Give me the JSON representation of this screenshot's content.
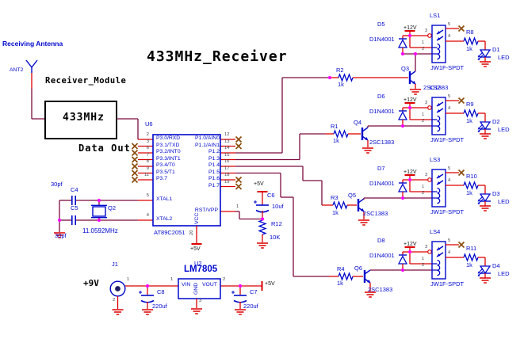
{
  "title": "433MHz_Receiver",
  "antenna": {
    "caption": "Receiving Antenna",
    "ref": "ANT2"
  },
  "module": {
    "caption": "Receiver_Module",
    "name": "433MHz",
    "output_label": "Data Out"
  },
  "mcu": {
    "ref": "U6",
    "part": "AT89C2051",
    "left_pins": [
      {
        "num": "2",
        "name": "P3.0/RXD",
        "nc": false
      },
      {
        "num": "3",
        "name": "P3.1/TXD",
        "nc": true
      },
      {
        "num": "6",
        "name": "P3.2/INT0",
        "nc": true
      },
      {
        "num": "7",
        "name": "P3.3/INT1",
        "nc": true
      },
      {
        "num": "8",
        "name": "P3.4/T0",
        "nc": true
      },
      {
        "num": "9",
        "name": "P3.5/T1",
        "nc": true
      },
      {
        "num": "11",
        "name": "P3.7",
        "nc": true
      }
    ],
    "right_pins": [
      {
        "num": "12",
        "name": "P1.0/AIN0",
        "nc": true
      },
      {
        "num": "13",
        "name": "P1.1/AIN1",
        "nc": true
      },
      {
        "num": "14",
        "name": "P1.2",
        "nc": false
      },
      {
        "num": "15",
        "name": "P1.3",
        "nc": false
      },
      {
        "num": "16",
        "name": "P1.4",
        "nc": false
      },
      {
        "num": "17",
        "name": "P1.5",
        "nc": false
      },
      {
        "num": "18",
        "name": "P1.6",
        "nc": true
      },
      {
        "num": "19",
        "name": "P1.7",
        "nc": true
      }
    ],
    "xtal_pins": [
      {
        "num": "5",
        "name": "XTAL1"
      },
      {
        "num": "4",
        "name": "XTAL2"
      }
    ],
    "rst_pin": {
      "num": "1",
      "name": "RST/VPP"
    },
    "vcc_pin": {
      "num": "20",
      "name": "VCC",
      "rail": "+5V"
    }
  },
  "crystal": {
    "ref": "Q2",
    "freq": "11.0592MHz",
    "c_top": {
      "ref": "C4",
      "value": "30pf"
    },
    "c_bot": {
      "ref": "C5",
      "value": "30pf"
    }
  },
  "reset_net": {
    "rail": "+5V",
    "cap": {
      "ref": "C6",
      "value": "10uf"
    },
    "res": {
      "ref": "R12",
      "value": "10K"
    }
  },
  "power": {
    "input_label": "+9V",
    "connector": {
      "ref": "J1",
      "pin1": "1",
      "pin2": "2"
    },
    "regulator": {
      "ref": "U2",
      "part": "LM7805",
      "vin": "VIN",
      "gnd": "GND",
      "vout": "VOUT",
      "pin1": "1",
      "pin2": "2",
      "pin3": "3"
    },
    "cap_in": {
      "ref": "C8",
      "value": "220uf"
    },
    "cap_out": {
      "ref": "C7",
      "value": "220uf"
    },
    "rail_out": "+5V"
  },
  "channels": [
    {
      "supply": "+12V",
      "relay": {
        "ref": "LS1",
        "part": "JW1F-SPDT",
        "pin_nums": [
          "5",
          "3",
          "4",
          "1",
          "2"
        ]
      },
      "flyback": {
        "ref": "D5",
        "part": "D1N4001"
      },
      "base_res": {
        "ref": "R2",
        "value": "1k"
      },
      "transistor": {
        "ref": "Q3",
        "part": "2SC1383"
      },
      "led_res": {
        "ref": "R8",
        "value": "1k"
      },
      "led": {
        "ref": "D1",
        "label": "LED"
      }
    },
    {
      "supply": "+12V",
      "relay": {
        "ref": "LS2",
        "part": "JW1F-SPDT",
        "pin_nums": [
          "5",
          "3",
          "4",
          "1",
          "2"
        ]
      },
      "flyback": {
        "ref": "D6",
        "part": "D1N4001"
      },
      "base_res": {
        "ref": "R1",
        "value": "1k"
      },
      "transistor": {
        "ref": "Q4",
        "part": "2SC1383"
      },
      "led_res": {
        "ref": "R9",
        "value": "1k"
      },
      "led": {
        "ref": "D2",
        "label": "LED"
      }
    },
    {
      "supply": "+12V",
      "relay": {
        "ref": "LS3",
        "part": "JW1F-SPDT",
        "pin_nums": [
          "5",
          "3",
          "4",
          "1",
          "2"
        ]
      },
      "flyback": {
        "ref": "D7",
        "part": "D1N4001"
      },
      "base_res": {
        "ref": "R3",
        "value": "1k"
      },
      "transistor": {
        "ref": "Q5",
        "part": "2SC1383"
      },
      "led_res": {
        "ref": "R10",
        "value": "1k"
      },
      "led": {
        "ref": "D3",
        "label": "LED"
      }
    },
    {
      "supply": "+12V",
      "relay": {
        "ref": "LS4",
        "part": "JW1F-SPDT",
        "pin_nums": [
          "5",
          "3",
          "4",
          "1",
          "2"
        ]
      },
      "flyback": {
        "ref": "D8",
        "part": "D1N4001"
      },
      "base_res": {
        "ref": "R4",
        "value": "1k"
      },
      "transistor": {
        "ref": "Q6",
        "part": "2SC1383"
      },
      "led_res": {
        "ref": "R11",
        "value": "1k"
      },
      "led": {
        "ref": "D4",
        "label": "LED"
      }
    }
  ],
  "colors": {
    "wire_signal": "#7c0a3e",
    "wire_power": "#dd0000",
    "component": "#0008cc",
    "junction": "#ff00ff",
    "no_connect": "#8a4a08",
    "text_dark": "#141414"
  }
}
